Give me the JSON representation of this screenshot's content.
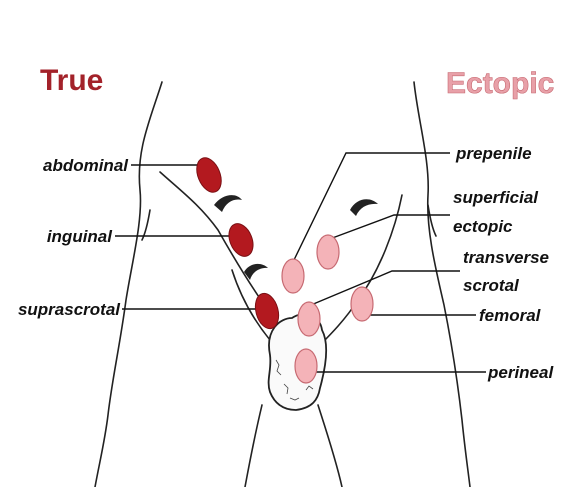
{
  "headers": {
    "true_label": "True",
    "ectopic_label": "Ectopic"
  },
  "colors": {
    "true_header": "#a3222a",
    "ectopic_header": "#e8a0a8",
    "true_testis": "#b3191f",
    "ectopic_testis": "#f4b3b8",
    "ectopic_stroke": "#c76a72"
  },
  "labels": {
    "abdominal": "abdominal",
    "inguinal": "inguinal",
    "suprascrotal": "suprascrotal",
    "prepenile": "prepenile",
    "superficial": "superficial",
    "ectopic": "ectopic",
    "transverse": "transverse",
    "scrotal": "scrotal",
    "femoral": "femoral",
    "perineal": "perineal"
  }
}
